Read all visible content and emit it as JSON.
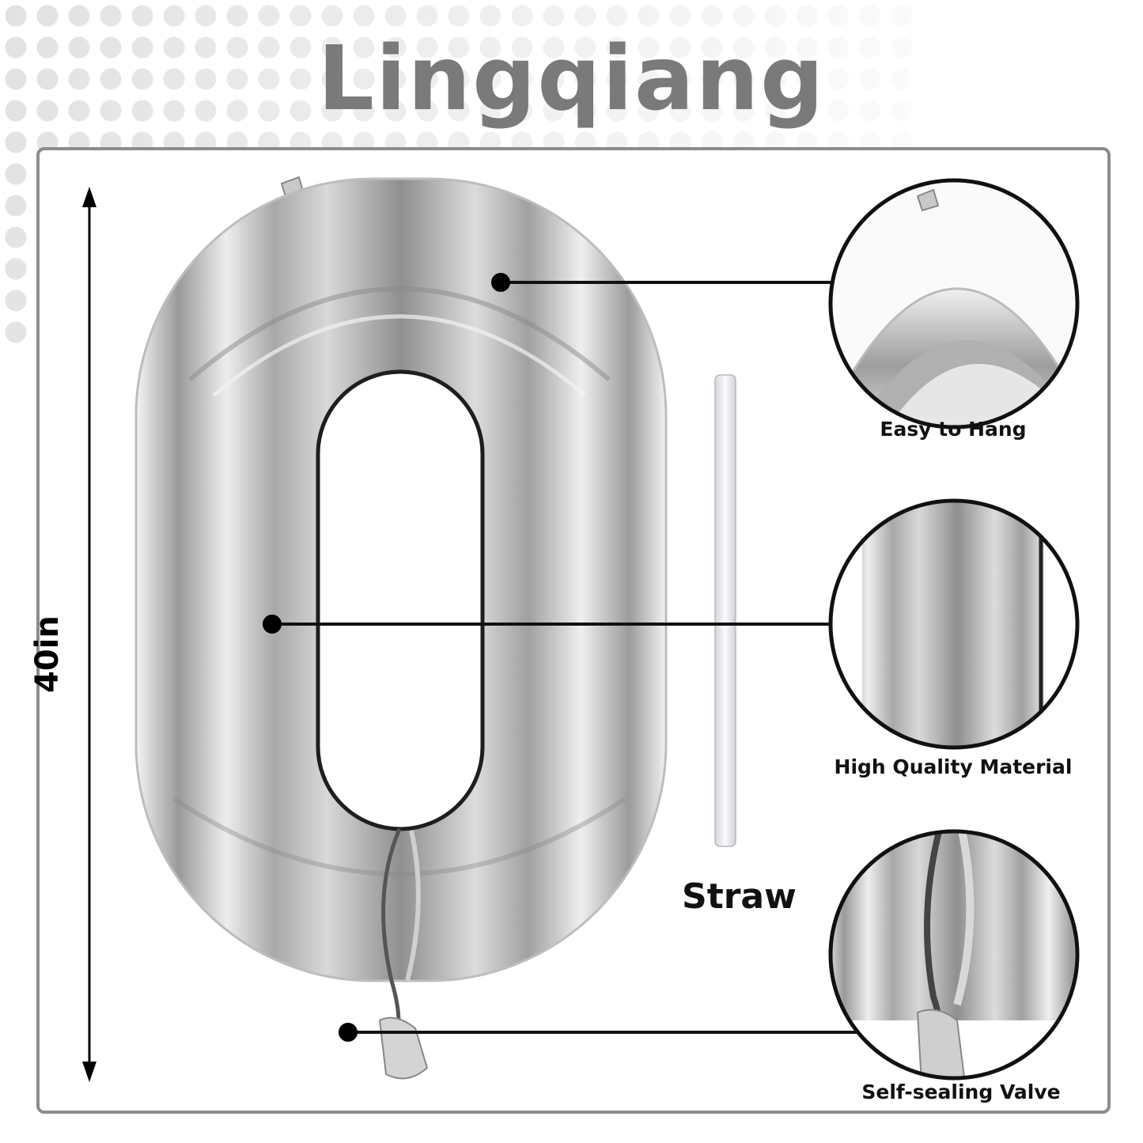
{
  "brand": {
    "name": "Lingqiang"
  },
  "product": {
    "digit": "0",
    "color": "silver"
  },
  "dimension": {
    "height_label": "40in"
  },
  "straw": {
    "label": "Straw"
  },
  "features": [
    {
      "label": "Easy to Hang"
    },
    {
      "label": "High Quality Material"
    },
    {
      "label": "Self-sealing Valve"
    }
  ],
  "colors": {
    "brand_gray": "#7a7a7a",
    "frame_border": "#8c8c8c",
    "silver": "#c8c8c8"
  },
  "icons": [
    "arrow-up-icon",
    "arrow-down-icon"
  ]
}
